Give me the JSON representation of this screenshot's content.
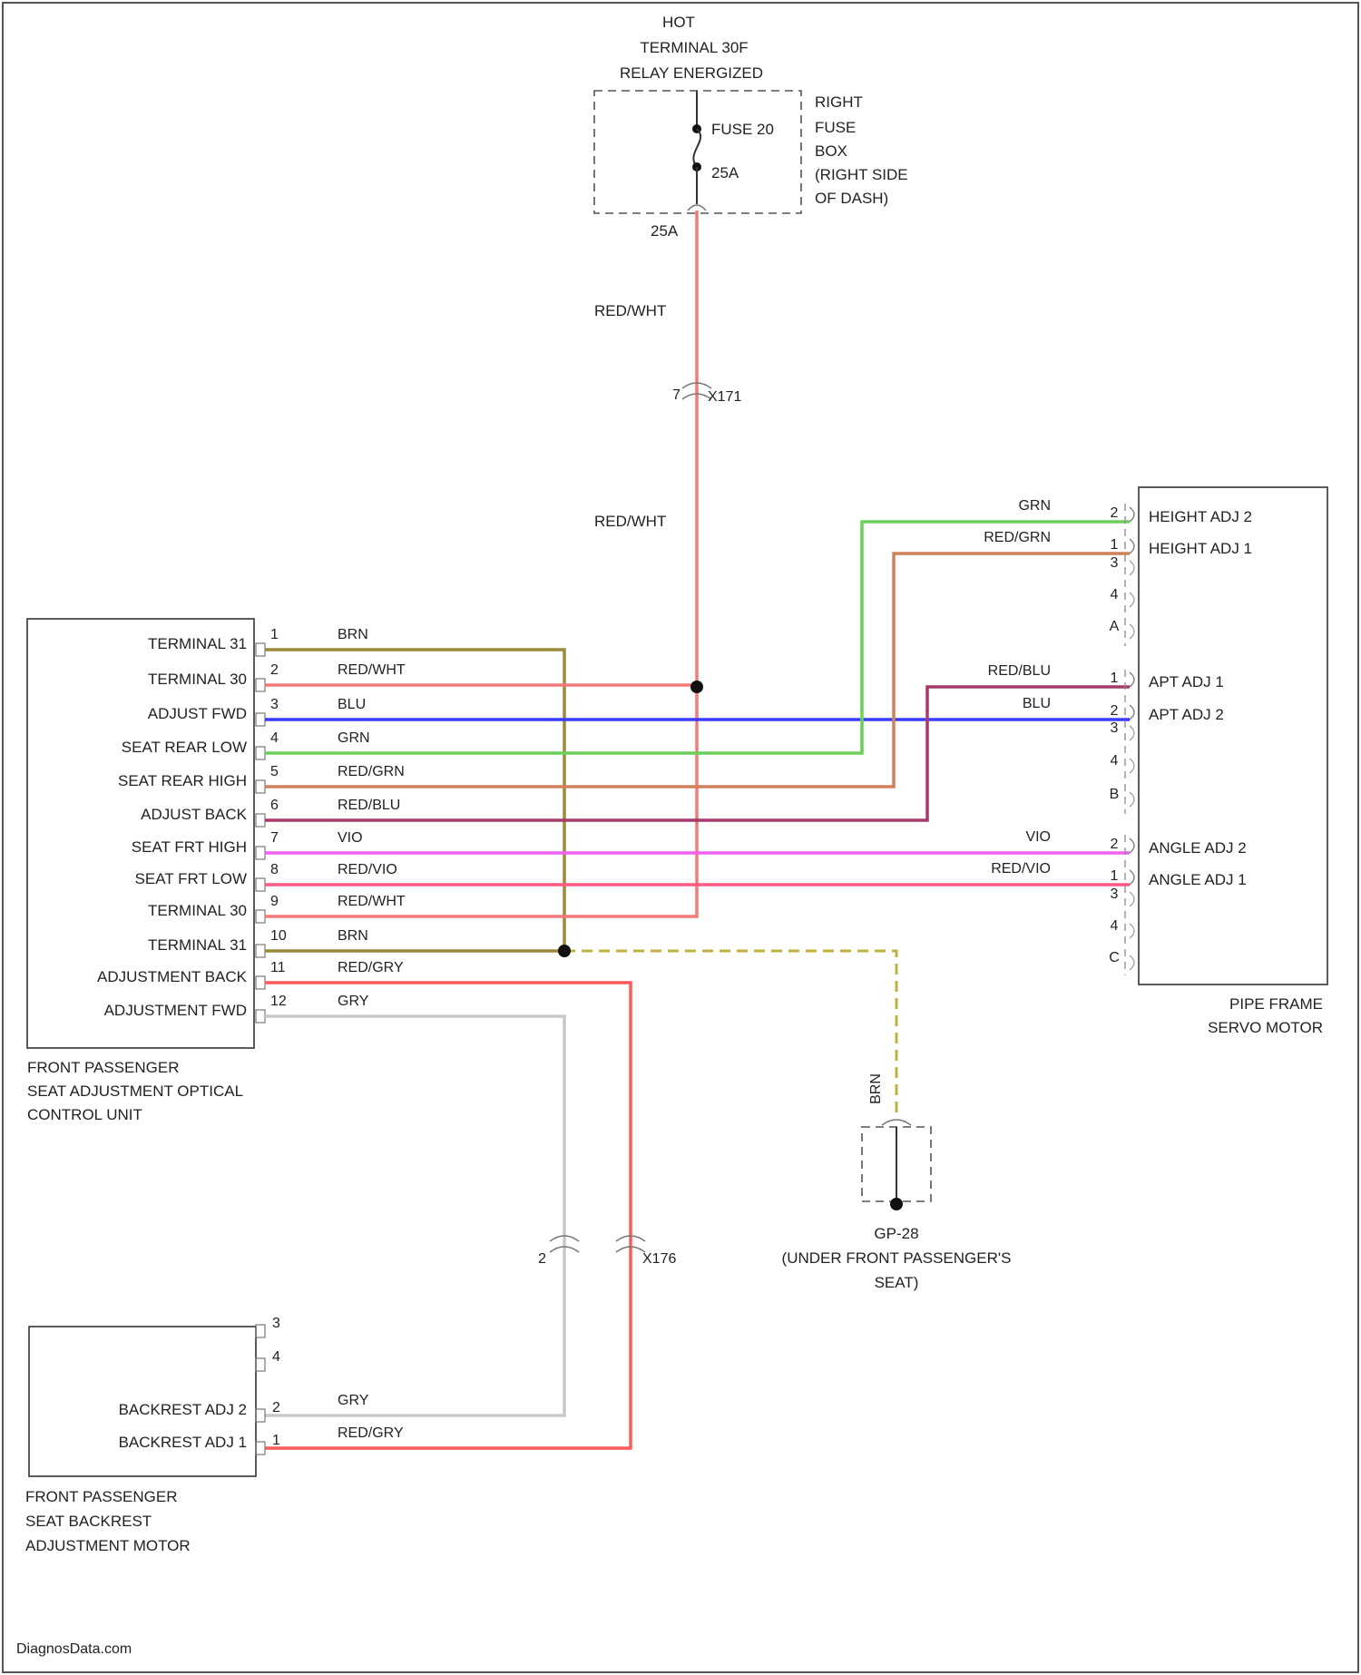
{
  "power": {
    "hot_line1": "HOT",
    "hot_line2": "TERMINAL 30F",
    "hot_line3": "RELAY ENERGIZED",
    "fuse_name": "FUSE 20",
    "fuse_rating": "25A",
    "fuse_pin": "25A",
    "fusebox_lines": [
      "RIGHT",
      "FUSE",
      "BOX",
      "(RIGHT SIDE",
      "OF DASH)"
    ],
    "wire_label_upper": "RED/WHT",
    "wire_label_lower": "RED/WHT",
    "connector_label": "X171"
  },
  "control_unit": {
    "name_lines": [
      "FRONT PASSENGER",
      "SEAT ADJUSTMENT OPTICAL",
      "CONTROL UNIT"
    ],
    "pins": [
      {
        "num": "1",
        "label": "TERMINAL 31",
        "wire": "BRN"
      },
      {
        "num": "2",
        "label": "TERMINAL 30",
        "wire": "RED/WHT"
      },
      {
        "num": "3",
        "label": "ADJUST FWD",
        "wire": "BLU"
      },
      {
        "num": "4",
        "label": "SEAT REAR LOW",
        "wire": "GRN"
      },
      {
        "num": "5",
        "label": "SEAT REAR HIGH",
        "wire": "RED/GRN"
      },
      {
        "num": "6",
        "label": "ADJUST BACK",
        "wire": "RED/BLU"
      },
      {
        "num": "7",
        "label": "SEAT FRT HIGH",
        "wire": "VIO"
      },
      {
        "num": "8",
        "label": "SEAT FRT LOW",
        "wire": "RED/VIO"
      },
      {
        "num": "9",
        "label": "TERMINAL 30",
        "wire": "RED/WHT"
      },
      {
        "num": "10",
        "label": "TERMINAL 31",
        "wire": "BRN"
      },
      {
        "num": "11",
        "label": "ADJUSTMENT BACK",
        "wire": "RED/GRY"
      },
      {
        "num": "12",
        "label": "ADJUSTMENT FWD",
        "wire": "GRY"
      }
    ]
  },
  "servo_motor": {
    "name_lines": [
      "PIPE FRAME",
      "SERVO MOTOR"
    ],
    "connectors": [
      {
        "num": "2",
        "label": "HEIGHT ADJ 2",
        "wire": "GRN"
      },
      {
        "num": "1",
        "label": "HEIGHT ADJ 1",
        "wire": "RED/GRN"
      },
      {
        "num": "3",
        "label": "",
        "wire": ""
      },
      {
        "num": "4",
        "label": "",
        "wire": ""
      },
      {
        "num": "A",
        "label": "",
        "wire": ""
      },
      {
        "num": "1",
        "label": "APT ADJ 1",
        "wire": "RED/BLU"
      },
      {
        "num": "2",
        "label": "APT ADJ 2",
        "wire": "BLU"
      },
      {
        "num": "3",
        "label": "",
        "wire": ""
      },
      {
        "num": "4",
        "label": "",
        "wire": ""
      },
      {
        "num": "B",
        "label": "",
        "wire": ""
      },
      {
        "num": "2",
        "label": "ANGLE ADJ 2",
        "wire": "VIO"
      },
      {
        "num": "1",
        "label": "ANGLE ADJ 1",
        "wire": "RED/VIO"
      },
      {
        "num": "3",
        "label": "",
        "wire": ""
      },
      {
        "num": "4",
        "label": "",
        "wire": ""
      },
      {
        "num": "C",
        "label": "",
        "wire": ""
      }
    ]
  },
  "ground": {
    "wire_label": "BRN",
    "name_lines": [
      "GP-28",
      "(UNDER FRONT PASSENGER'S",
      "SEAT)"
    ]
  },
  "backrest_motor": {
    "name_lines": [
      "FRONT PASSENGER",
      "SEAT BACKREST",
      "ADJUSTMENT MOTOR"
    ],
    "pins": [
      {
        "num": "3",
        "label": "",
        "wire": ""
      },
      {
        "num": "4",
        "label": "",
        "wire": ""
      },
      {
        "num": "2",
        "label": "BACKREST ADJ 2",
        "wire": "GRY"
      },
      {
        "num": "1",
        "label": "BACKREST ADJ 1",
        "wire": "RED/GRY"
      }
    ]
  },
  "inline_connectors": {
    "gry_pin": "2",
    "red_gry_label": "X176"
  },
  "footer": "DiagnosData.com",
  "colors": {
    "brn": "#9b8a3c",
    "red_wht": "#f47a7a",
    "blu": "#3b3bff",
    "grn": "#6ad05a",
    "red_grn": "#d0805a",
    "red_blu": "#a63a6a",
    "vio": "#f060f0",
    "red_vio": "#ff5a82",
    "red_gry": "#ff5a5a",
    "gry": "#c8c8c8",
    "ground_dash": "#c0b040"
  }
}
